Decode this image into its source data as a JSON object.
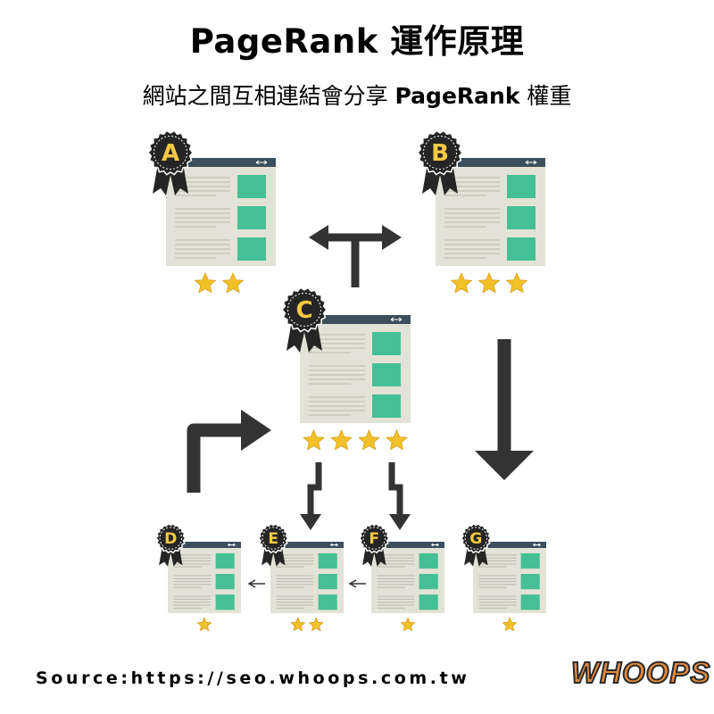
{
  "title": {
    "en": "PageRank",
    "zh": "運作原理"
  },
  "subtitle": {
    "zh": "網站之間互相連結會分享",
    "en": "PageRank",
    "tail": "權重"
  },
  "pages": [
    {
      "id": "a",
      "label": "A",
      "stars": 2
    },
    {
      "id": "b",
      "label": "B",
      "stars": 3
    },
    {
      "id": "c",
      "label": "C",
      "stars": 4
    },
    {
      "id": "d",
      "label": "D",
      "stars": 1
    },
    {
      "id": "e",
      "label": "E",
      "stars": 2
    },
    {
      "id": "f",
      "label": "F",
      "stars": 1
    },
    {
      "id": "g",
      "label": "G",
      "stars": 1
    }
  ],
  "links": [
    {
      "from": "c",
      "to": "a"
    },
    {
      "from": "c",
      "to": "b"
    },
    {
      "from": "b",
      "to": "g"
    },
    {
      "from": "d",
      "to": "c"
    },
    {
      "from": "c",
      "to": "e"
    },
    {
      "from": "c",
      "to": "f"
    },
    {
      "from": "e",
      "to": "d"
    },
    {
      "from": "f",
      "to": "e"
    }
  ],
  "source": "Source:https://seo.whoops.com.tw",
  "logo": "WHOOPS",
  "colors": {
    "window_bg": "#e3e2d6",
    "window_bar": "#3b4f5c",
    "text_lines": "#bab9ac",
    "content_block": "#45bf96",
    "badge": "#252525",
    "badge_letter": "#f6c944",
    "star": "#f2c12a",
    "arrow": "#333333"
  },
  "icons": {
    "window_bar": "arrows-left-right-icon",
    "badge": "ribbon-badge-icon",
    "rating": "star-icon"
  }
}
